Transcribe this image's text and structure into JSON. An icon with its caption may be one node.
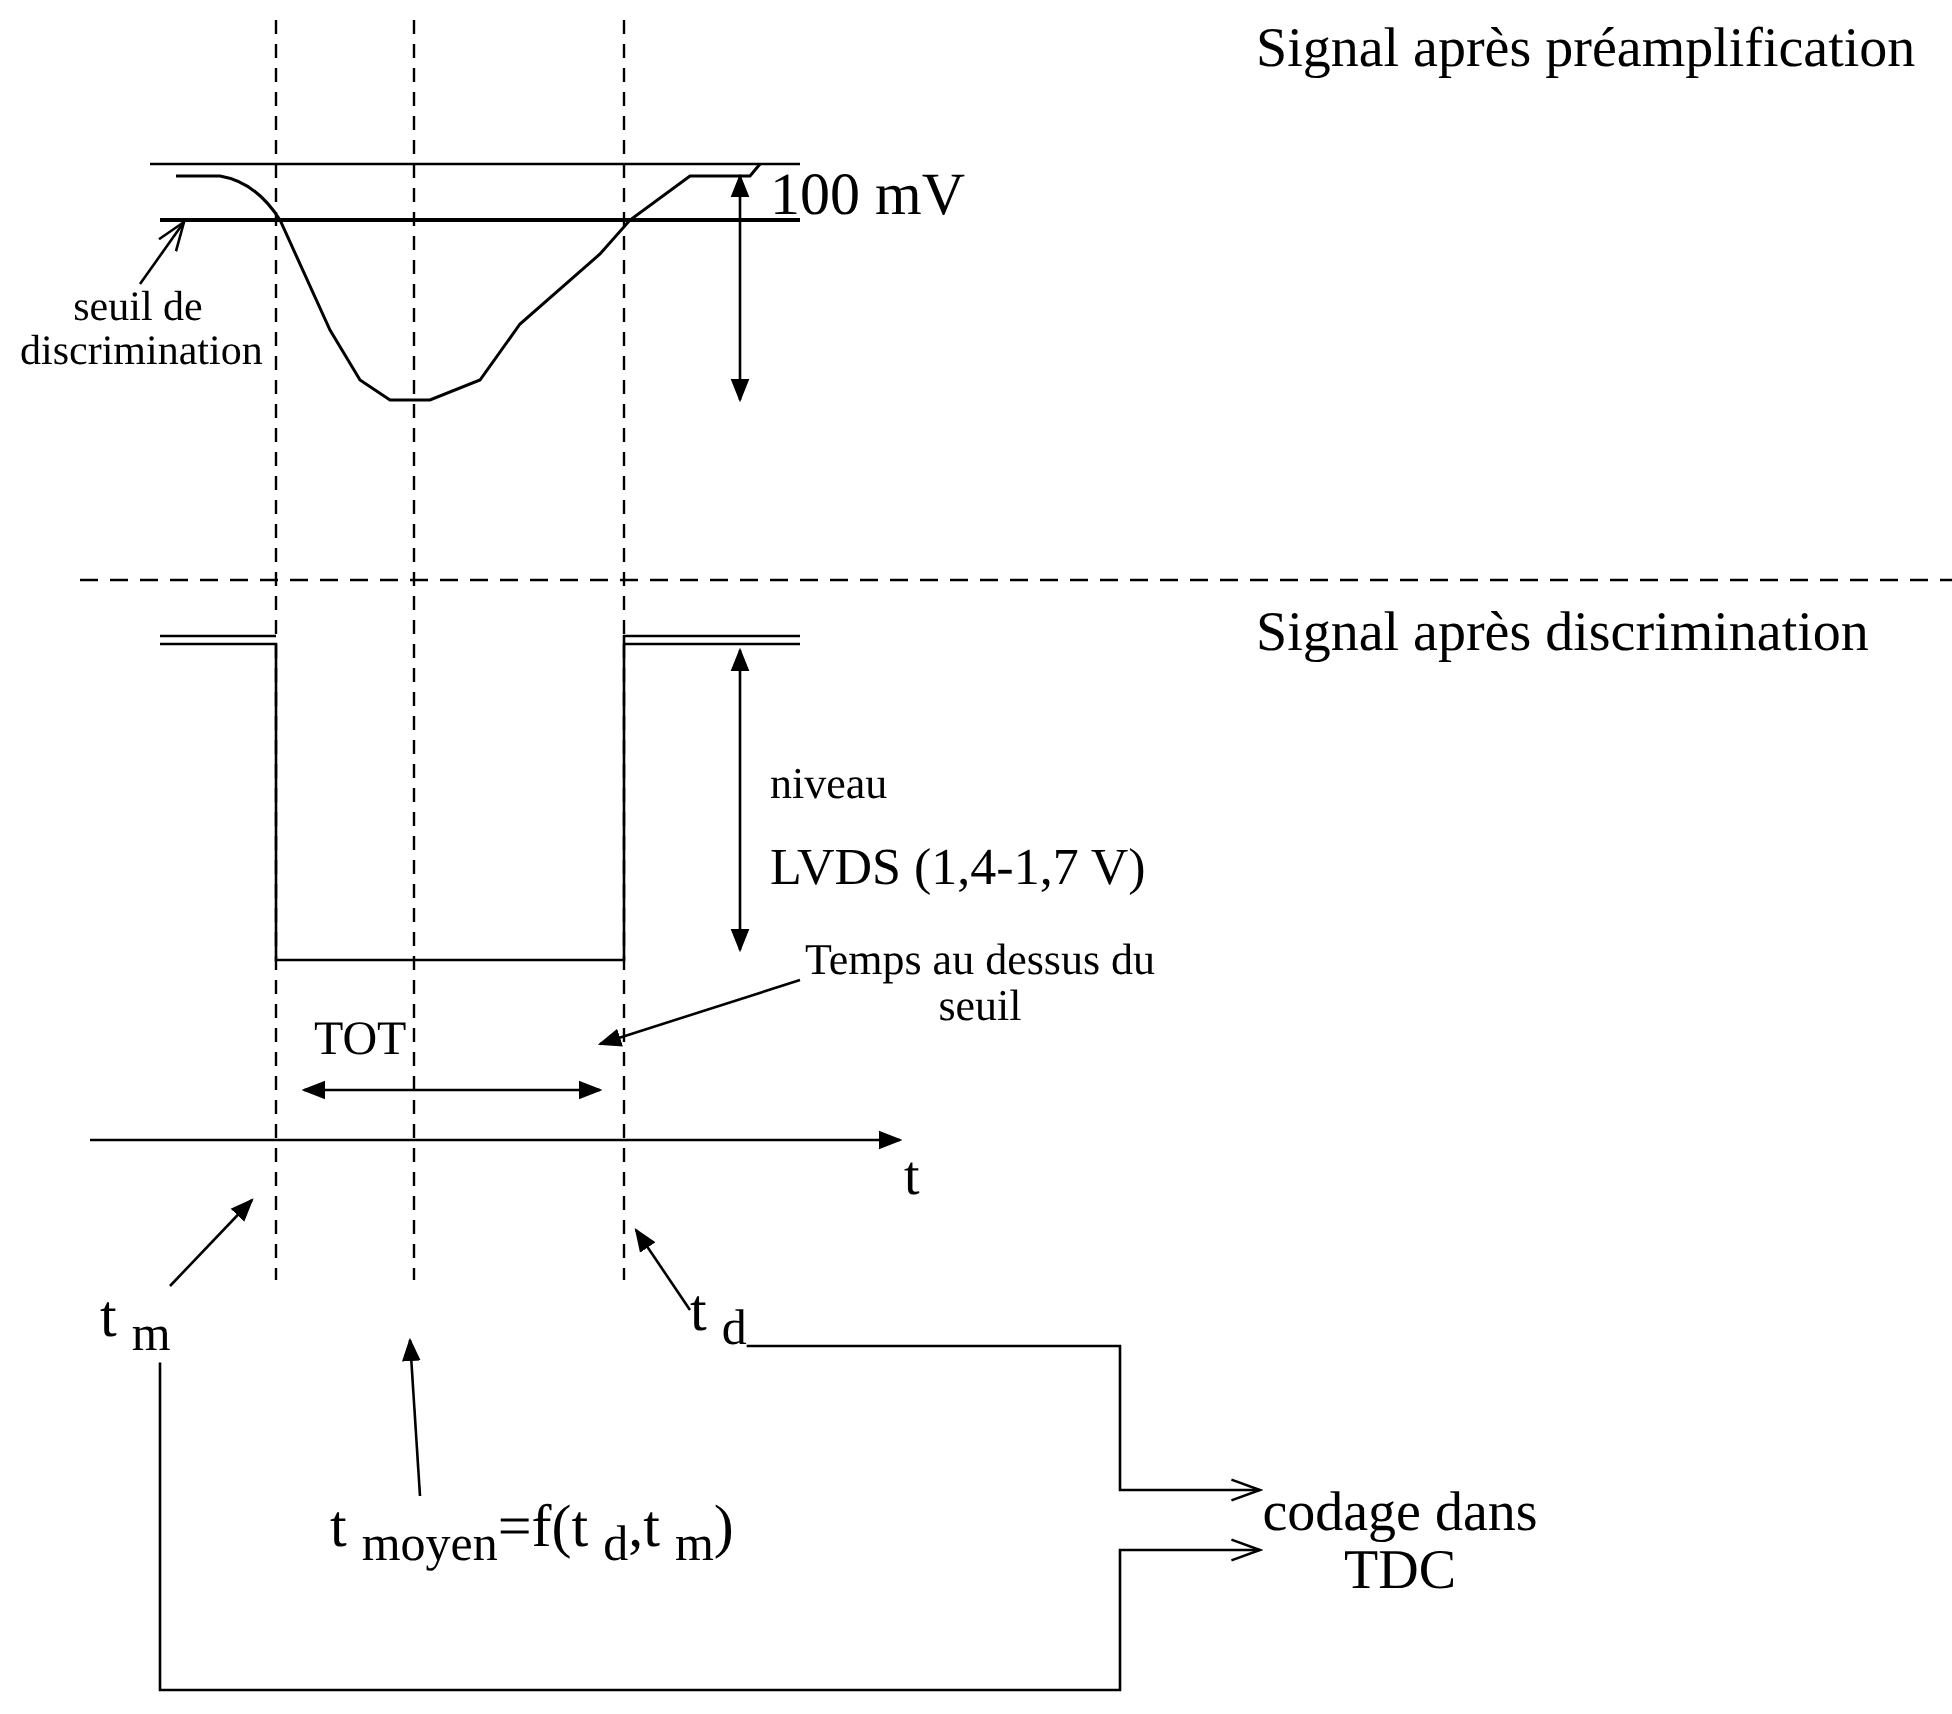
{
  "diagram": {
    "nodes": [
      {
        "text": [
          "seuil de discrimination"
        ]
      },
      {
        "text": [
          "Temps au dessus du seuil"
        ]
      },
      {
        "text": [
          "t $_{m}$"
        ]
      },
      {
        "text": [
          "t $_{d}$"
        ]
      },
      {
        "text": [
          "t $_{moyen}$=f(t $_{d}$,t $_{m}$)"
        ]
      },
      {
        "text": [
          "codage dans TDC"
        ]
      },
      {
        "text": [],
        "shape": "line"
      }
    ],
    "edges": [
      {
        "from": 0,
        "to": 6,
        "arrow": "to"
      },
      {
        "from": 1,
        "to": null,
        "arrow": "to"
      },
      {
        "from": 2,
        "to": null,
        "arrow": "to"
      },
      {
        "from": 3,
        "to": null,
        "arrow": "to"
      },
      {
        "from": 4,
        "to": null,
        "arrow": "to"
      },
      {
        "from": 3,
        "to": 5,
        "arrow": "to"
      },
      {
        "from": 2,
        "to": 5,
        "arrow": "to"
      }
    ],
    "labels": [
      "Signal après préamplification",
      "100 mV",
      "Signal après discrimination",
      "niveau",
      "LVDS (1,4-1,7 V)",
      "TOT",
      "t"
    ]
  }
}
